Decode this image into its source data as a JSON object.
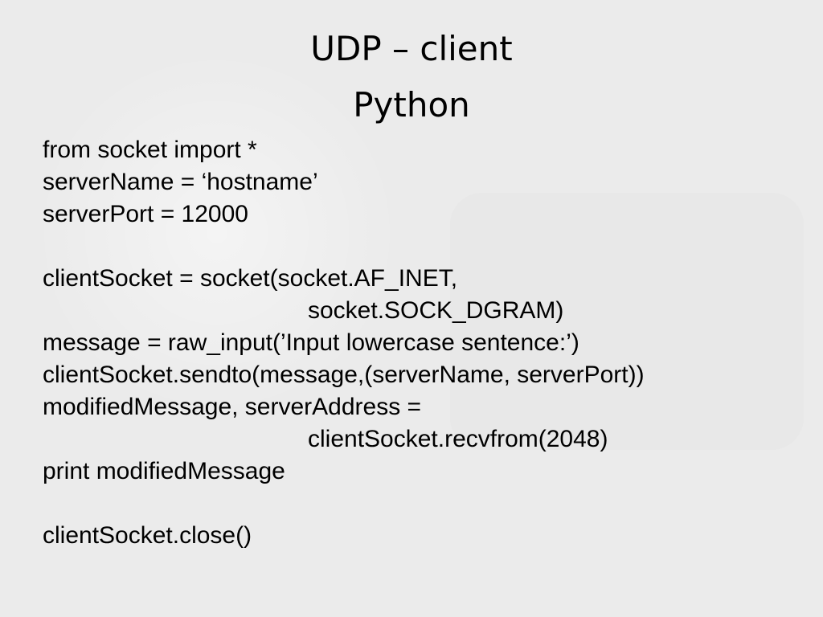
{
  "slide": {
    "title_line1": "UDP – client",
    "title_line2": "Python",
    "code_lines": [
      "from socket import *",
      "serverName = ‘hostname’",
      "serverPort = 12000",
      "",
      "clientSocket = socket(socket.AF_INET,",
      "socket.SOCK_DGRAM)",
      "message = raw_input(’Input lowercase sentence:’)",
      "clientSocket.sendto(message,(serverName, serverPort))",
      "modifiedMessage, serverAddress =",
      "clientSocket.recvfrom(2048)",
      "print modifiedMessage",
      "",
      "clientSocket.close()"
    ]
  },
  "colors": {
    "background": "#ebebeb",
    "text": "#000000"
  }
}
